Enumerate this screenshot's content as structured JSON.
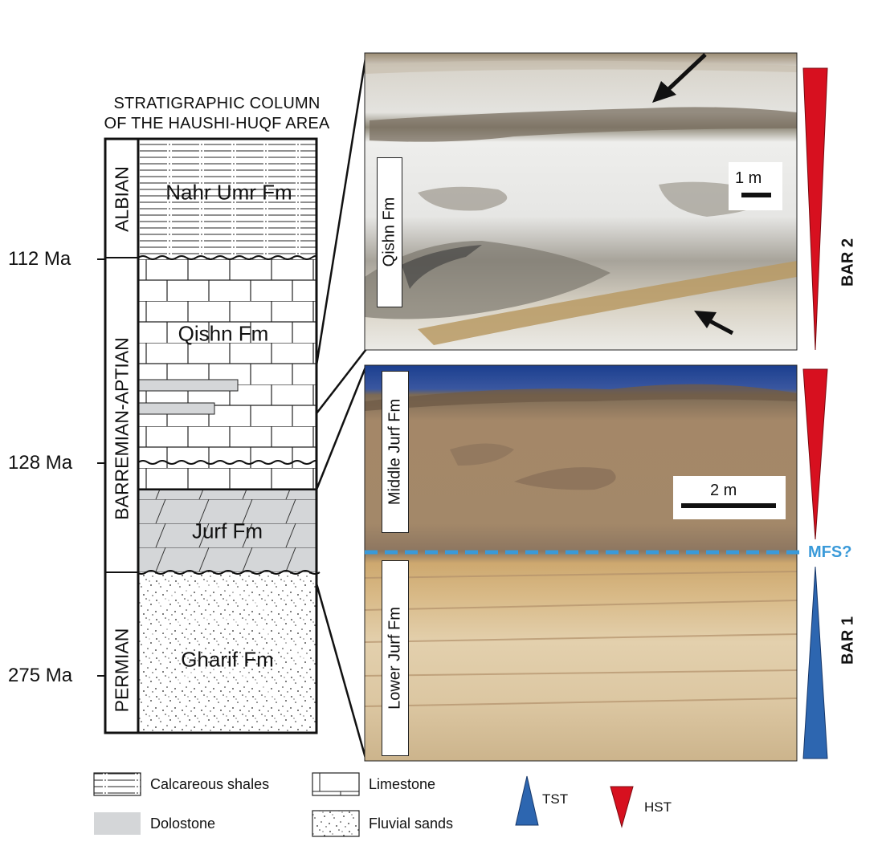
{
  "column": {
    "title_line1": "STRATIGRAPHIC COLUMN",
    "title_line2": "OF THE HAUSHI-HUQF AREA",
    "ages": [
      "112 Ma",
      "128 Ma",
      "275 Ma"
    ],
    "epochs": [
      "ALBIAN",
      "BARREMIAN-APTIAN",
      "PERMIAN"
    ],
    "formations": [
      "Nahr Umr Fm",
      "Qishn Fm",
      "Jurf Fm",
      "Gharif Fm"
    ]
  },
  "photos": {
    "top_label": "Qishn Fm",
    "top_scale": "1 m",
    "bottom_upper_label": "Middle Jurf Fm",
    "bottom_lower_label": "Lower Jurf Fm",
    "bottom_scale": "2 m",
    "mfs_label": "MFS?"
  },
  "sequences": {
    "bar2": "BAR 2",
    "bar1": "BAR 1"
  },
  "legend": {
    "calc_shales": "Calcareous shales",
    "limestone": "Limestone",
    "dolostone": "Dolostone",
    "fluvial_sands": "Fluvial sands",
    "tst": "TST",
    "hst": "HST"
  },
  "colors": {
    "hst_red": "#d7101f",
    "tst_blue": "#2d66b0",
    "mfs_blue": "#3a9ad9",
    "dolostone_grey": "#d4d6d8"
  }
}
